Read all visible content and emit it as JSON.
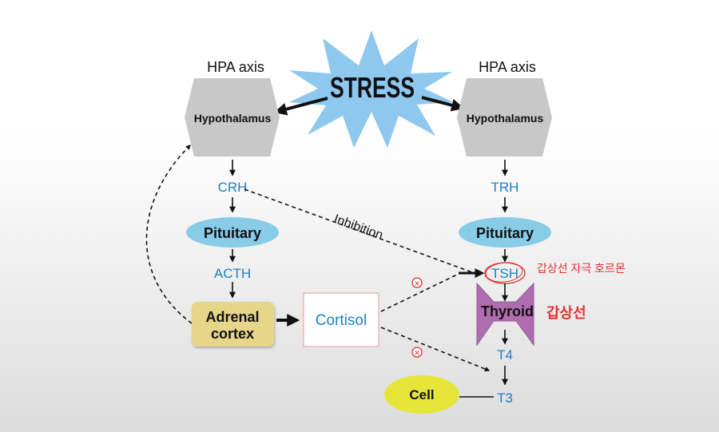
{
  "stress": {
    "label": "STRESS"
  },
  "left_axis": {
    "title": "HPA axis",
    "hypothalamus": "Hypothalamus",
    "releasing_hormone": "CRH",
    "pituitary": "Pituitary",
    "pituitary_hormone": "ACTH",
    "gland_line1": "Adrenal",
    "gland_line2": "cortex"
  },
  "right_axis": {
    "title": "HPA axis",
    "hypothalamus": "Hypothalamus",
    "releasing_hormone": "TRH",
    "pituitary": "Pituitary",
    "pituitary_hormone": "TSH",
    "pituitary_hormone_note": "갑상선 자극 호르몬",
    "gland": "Thyroid",
    "gland_note": "갑상선",
    "hormone_t4": "T4",
    "hormone_t3": "T3"
  },
  "cortisol": {
    "label": "Cortisol"
  },
  "inhibition": {
    "label": "Inhibition"
  },
  "cell": {
    "label": "Cell"
  },
  "inhibit_marker": {
    "symbol": "✕"
  },
  "colors": {
    "hormone_text": "#1f7fbf",
    "stress_fill": "#8fc8ee",
    "hexagon_fill": "#c8c8c8",
    "ellipse_fill": "#88cce8",
    "adrenal_fill": "#e6d68a",
    "thyroid_fill": "#b06cb0",
    "cell_fill": "#e5e53a",
    "annotation_red": "#e23030"
  }
}
